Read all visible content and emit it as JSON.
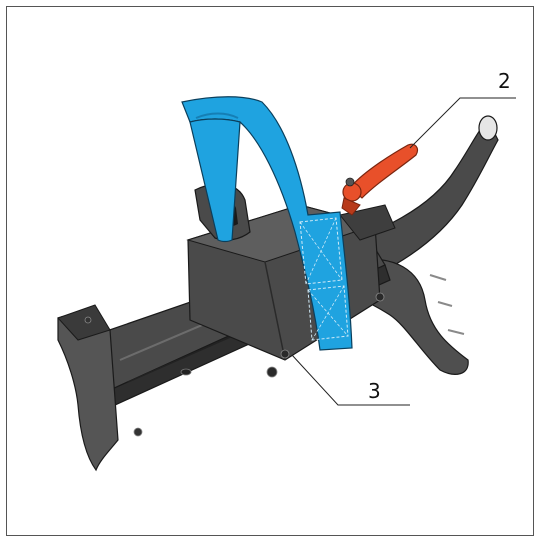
{
  "callouts": [
    {
      "id": "2",
      "label": "2"
    },
    {
      "id": "3",
      "label": "3"
    }
  ],
  "colors": {
    "strap": "#1fa3e0",
    "strap_dark": "#157fb5",
    "strap_stitch": "#cfeaf8",
    "metal": "#4a4a4a",
    "metal_dark": "#2e2e2e",
    "metal_light": "#636363",
    "lever": "#e8502a",
    "lever_dark": "#b83a1a",
    "leader_line": "#222222"
  }
}
